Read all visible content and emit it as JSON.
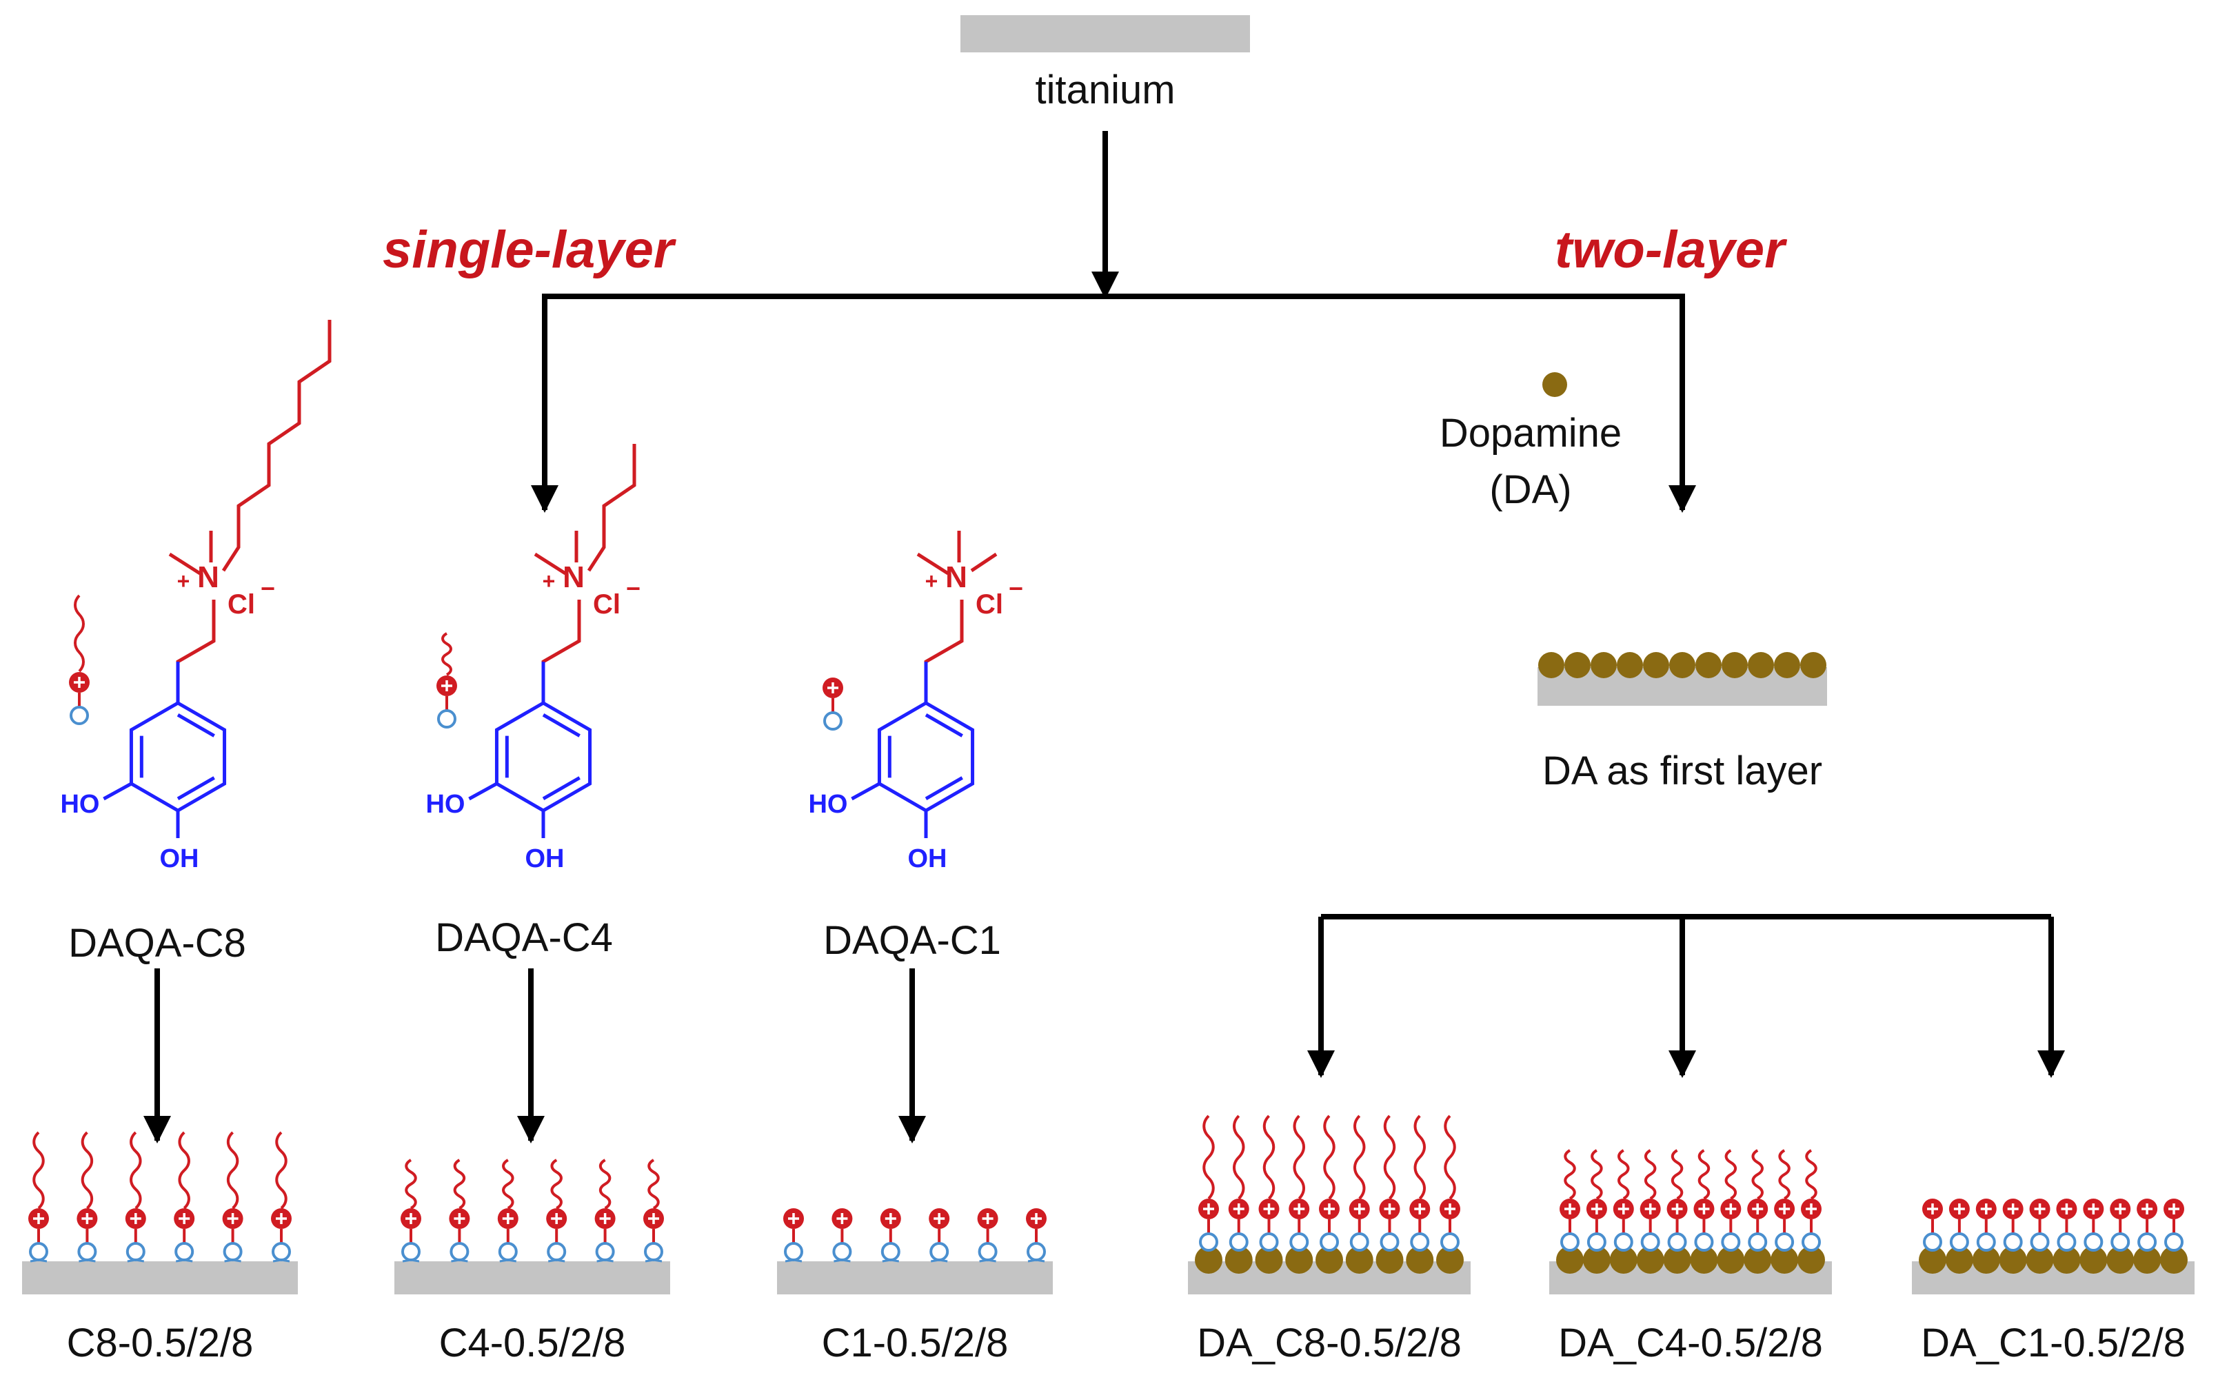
{
  "substrate": {
    "label": "titanium"
  },
  "branches": {
    "single": {
      "heading": "single-layer"
    },
    "two": {
      "heading": "two-layer"
    }
  },
  "reagent": {
    "name": "Dopamine",
    "abbrev": "(DA)"
  },
  "first_layer": {
    "label": "DA as first layer"
  },
  "molecules": [
    {
      "name": "DAQA-C8"
    },
    {
      "name": "DAQA-C4"
    },
    {
      "name": "DAQA-C1"
    }
  ],
  "chem_labels": {
    "ho": "HO",
    "oh": "OH",
    "n": "N",
    "plus": "+",
    "cl": "Cl",
    "minus": "−"
  },
  "samples": [
    {
      "label": "C8-0.5/2/8"
    },
    {
      "label": "C4-0.5/2/8"
    },
    {
      "label": "C1-0.5/2/8"
    },
    {
      "label": "DA_C8-0.5/2/8"
    },
    {
      "label": "DA_C4-0.5/2/8"
    },
    {
      "label": "DA_C1-0.5/2/8"
    }
  ],
  "colors": {
    "quaternary_ammonium": "#d01c22",
    "catechol": "#1f20ff",
    "dopamine": "#8a6a12",
    "anchor": "#4a8fcf",
    "substrate": "#c4c4c4",
    "arrow": "#000000"
  }
}
